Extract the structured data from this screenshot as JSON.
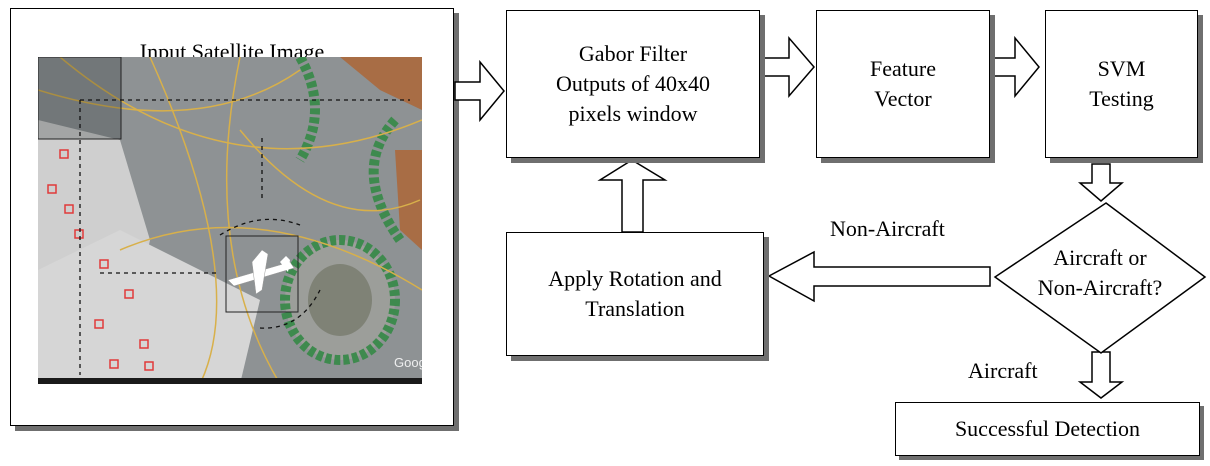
{
  "input_panel": {
    "title": "Input Satellite Image",
    "watermark": "Google"
  },
  "boxes": {
    "gabor": "Gabor Filter\nOutputs of 40x40\npixels window",
    "feature": "Feature\nVector",
    "svm": "SVM\nTesting",
    "rotation": "Apply Rotation and\nTranslation",
    "decision": "Aircraft or\nNon-Aircraft?",
    "success": "Successful Detection"
  },
  "labels": {
    "non_aircraft": "Non-Aircraft",
    "aircraft": "Aircraft"
  },
  "colors": {
    "tarmac": "#8e9294",
    "apron": "#cfcfcf",
    "grass": "#3e8a4e",
    "sand": "#a86d45",
    "taxi_line": "#d8b04a",
    "marker": "#e03a3a",
    "shadow": "#6f6f6f"
  }
}
